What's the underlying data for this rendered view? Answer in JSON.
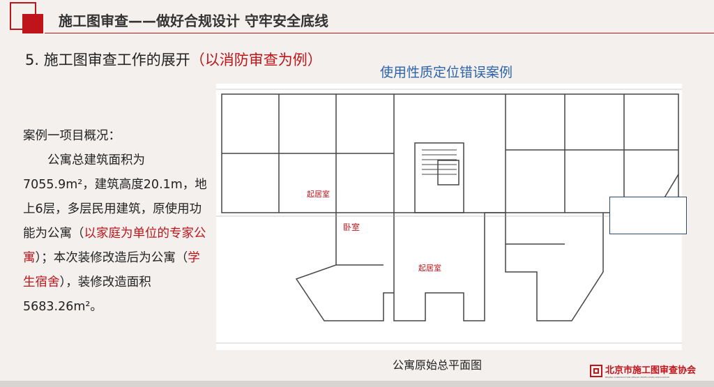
{
  "header": {
    "title": "施工图审查——做好合规设计  守牢安全底线"
  },
  "section": {
    "title": "5. 施工图审查工作的展开",
    "title_red": "（以消防审查为例）"
  },
  "case_title": "使用性质定位错误案例",
  "body": {
    "line1": "案例一项目概况：",
    "p1": "公寓总建筑面积为7055.9m²，建筑高度20.1m，地上6层，多层民用建筑，原使用功能为公寓（",
    "p1_red": "以家庭为单位的专家公寓",
    "p2": "）；本次装修改造后为公寓（",
    "p2_red": "学生宿舍",
    "p3": "），装修改造面积5683.26m²。"
  },
  "plan": {
    "labels": [
      "起居室",
      "卧室",
      "起居室"
    ],
    "caption": "公寓原始总平面图"
  },
  "logo": {
    "name": "北京市施工图审查协会",
    "sub": "BEIJING CONSTRUCTION DESIGN VERIFICATION ASSOCIATION"
  },
  "colors": {
    "accent": "#c0141b",
    "blue": "#2e63a8"
  }
}
